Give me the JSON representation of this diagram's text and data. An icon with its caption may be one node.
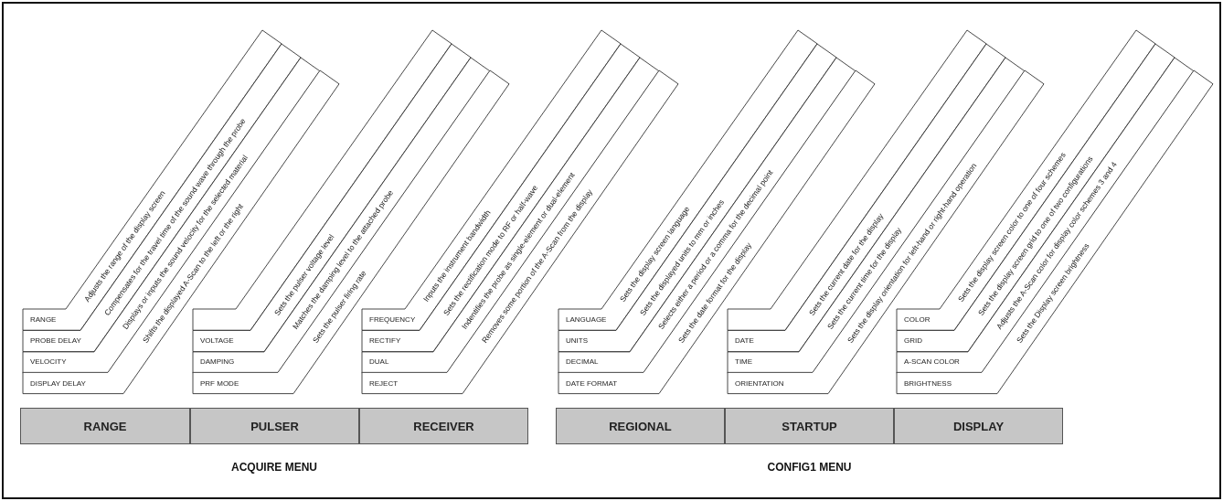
{
  "diagram": {
    "nodes": [
      {
        "text": [
          "RANGE",
          "Adjusts the range of the display screen"
        ]
      },
      {
        "text": [
          "PROBE DELAY",
          "Compensates for the travel time of the sound wave through the probe"
        ]
      },
      {
        "text": [
          "VELOCITY",
          "Displays or inputs the sound velocity for the selected material"
        ]
      },
      {
        "text": [
          "DISPLAY DELAY",
          "Shifts the displayed A-Scan to the left or the right"
        ]
      },
      {
        "text": [],
        "shape": "box"
      },
      {
        "text": [
          "VOLTAGE",
          "Sets the pulser voltage level"
        ]
      },
      {
        "text": [
          "DAMPING",
          "Matches the damping level to the attached probe"
        ]
      },
      {
        "text": [
          "PRF MODE",
          "Sets the pulser firing rate"
        ]
      },
      {
        "text": [
          "FREQUENCY",
          "Inputs the instrument bandwidth"
        ]
      },
      {
        "text": [
          "RECTIFY",
          "Sets the rectification mode to RF or half-wave"
        ]
      },
      {
        "text": [
          "DUAL",
          "Indentifies the probe as single-element or dual-element"
        ]
      },
      {
        "text": [
          "REJECT",
          "Removes some portion of the A-Scan from the display"
        ]
      },
      {
        "text": [
          "LANGUAGE",
          "Sets the display screen language"
        ]
      },
      {
        "text": [
          "UNITS",
          "Sets the displayed units to mm or inches"
        ]
      },
      {
        "text": [
          "DECIMAL",
          "Selects either a period or a comma for the decimal point"
        ]
      },
      {
        "text": [
          "DATE FORMAT",
          "Sets the date format for the display"
        ]
      },
      {
        "text": [],
        "shape": "box"
      },
      {
        "text": [
          "DATE",
          "Sets the current date for the display"
        ]
      },
      {
        "text": [
          "TIME",
          "Sets the current time for the display"
        ]
      },
      {
        "text": [
          "ORIENTATION",
          "Sets the display orientation for left-hand or right-hand operation"
        ]
      },
      {
        "text": [
          "COLOR",
          "Sets the display screen color to one of four schemes"
        ]
      },
      {
        "text": [
          "GRID",
          "Sets the display screen grid to one of two configurations"
        ]
      },
      {
        "text": [
          "A-SCAN COLOR",
          "Adjusts the A-Scan color for display color schemes 3 and 4"
        ]
      },
      {
        "text": [
          "BRIGHTNESS",
          "Sets the Display screen brightness"
        ]
      },
      {
        "text": [
          "ACQUIRE MENU"
        ]
      },
      {
        "text": [
          "RANGE"
        ],
        "in": 24
      },
      {
        "text": [
          "PULSER"
        ],
        "in": 24
      },
      {
        "text": [
          "RECEIVER"
        ],
        "in": 24
      },
      {
        "text": [
          "CONFIG1 MENU"
        ]
      },
      {
        "text": [
          "REGIONAL"
        ],
        "in": 28
      },
      {
        "text": [
          "STARTUP"
        ],
        "in": 28
      },
      {
        "text": [
          "DISPLAY"
        ],
        "in": 28
      }
    ],
    "edges": []
  }
}
